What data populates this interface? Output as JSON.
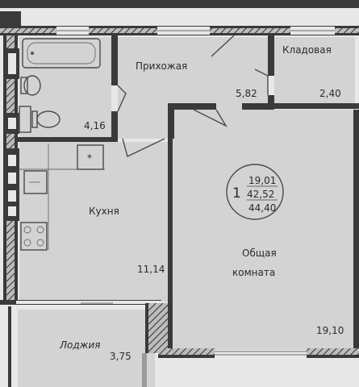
{
  "rooms": {
    "hallway": {
      "name": "Прихожая",
      "area": "5,82"
    },
    "storage": {
      "name": "Кладовая",
      "area": "2,40"
    },
    "bathroom": {
      "area": "4,16"
    },
    "kitchen": {
      "name": "Кухня",
      "area": "11,14"
    },
    "living": {
      "name_line1": "Общая",
      "name_line2": "комната",
      "area": "19,10"
    },
    "loggia": {
      "name": "Лоджия",
      "area": "3,75"
    }
  },
  "summary": {
    "rooms_count": "1",
    "living_area": "19,01",
    "total_area": "42,52",
    "area_with_loggia": "44,40"
  },
  "fixtures": {
    "hood_symbol": "*"
  }
}
